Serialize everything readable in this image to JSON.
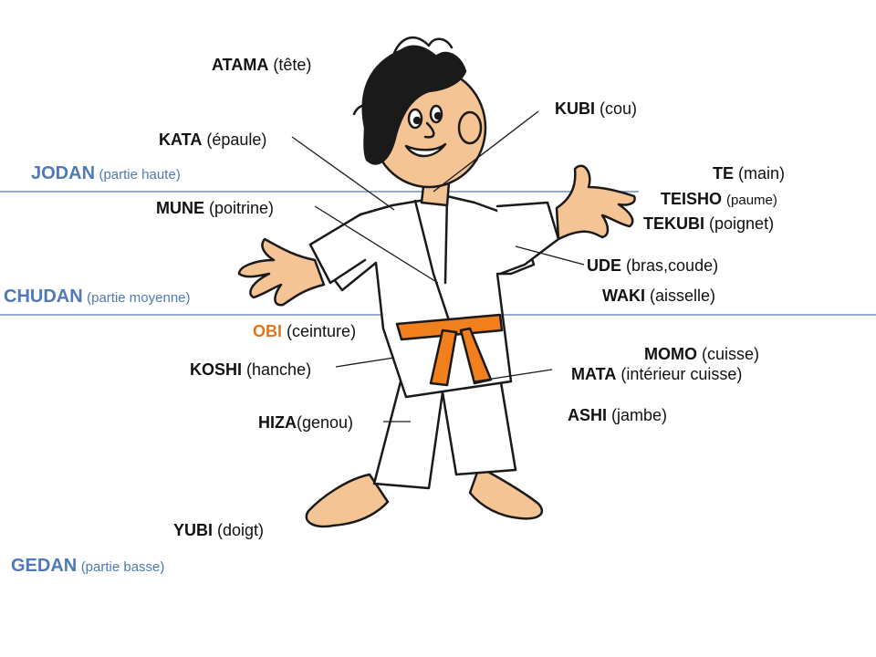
{
  "colors": {
    "zone": "#4f79b8",
    "obi": "#e2761a",
    "text": "#111111",
    "skin": "#f4c495",
    "belt": "#f07f1c"
  },
  "zones": [
    {
      "name": "JODAN",
      "desc": "(partie haute)"
    },
    {
      "name": "CHUDAN",
      "desc": "(partie moyenne)"
    },
    {
      "name": "GEDAN",
      "desc": "(partie basse)"
    }
  ],
  "labels": [
    {
      "term": "ATAMA",
      "meaning": "(tête)"
    },
    {
      "term": "KUBI",
      "meaning": "(cou)"
    },
    {
      "term": "KATA",
      "meaning": "(épaule)"
    },
    {
      "term": "TE",
      "meaning": "(main)"
    },
    {
      "term": "TEISHO",
      "meaning": "(paume)"
    },
    {
      "term": "MUNE",
      "meaning": "(poitrine)"
    },
    {
      "term": "TEKUBI",
      "meaning": "(poignet)"
    },
    {
      "term": "UDE",
      "meaning": "(bras,coude)"
    },
    {
      "term": "WAKI",
      "meaning": "(aisselle)"
    },
    {
      "term": "OBI",
      "meaning": "(ceinture)"
    },
    {
      "term": "MOMO",
      "meaning": "(cuisse)"
    },
    {
      "term": "KOSHI",
      "meaning": "(hanche)"
    },
    {
      "term": "MATA",
      "meaning": "(intérieur cuisse)"
    },
    {
      "term": "ASHI",
      "meaning": "(jambe)"
    },
    {
      "term": "HIZA",
      "meaning": "(genou)"
    },
    {
      "term": "YUBI",
      "meaning": "(doigt)"
    }
  ]
}
